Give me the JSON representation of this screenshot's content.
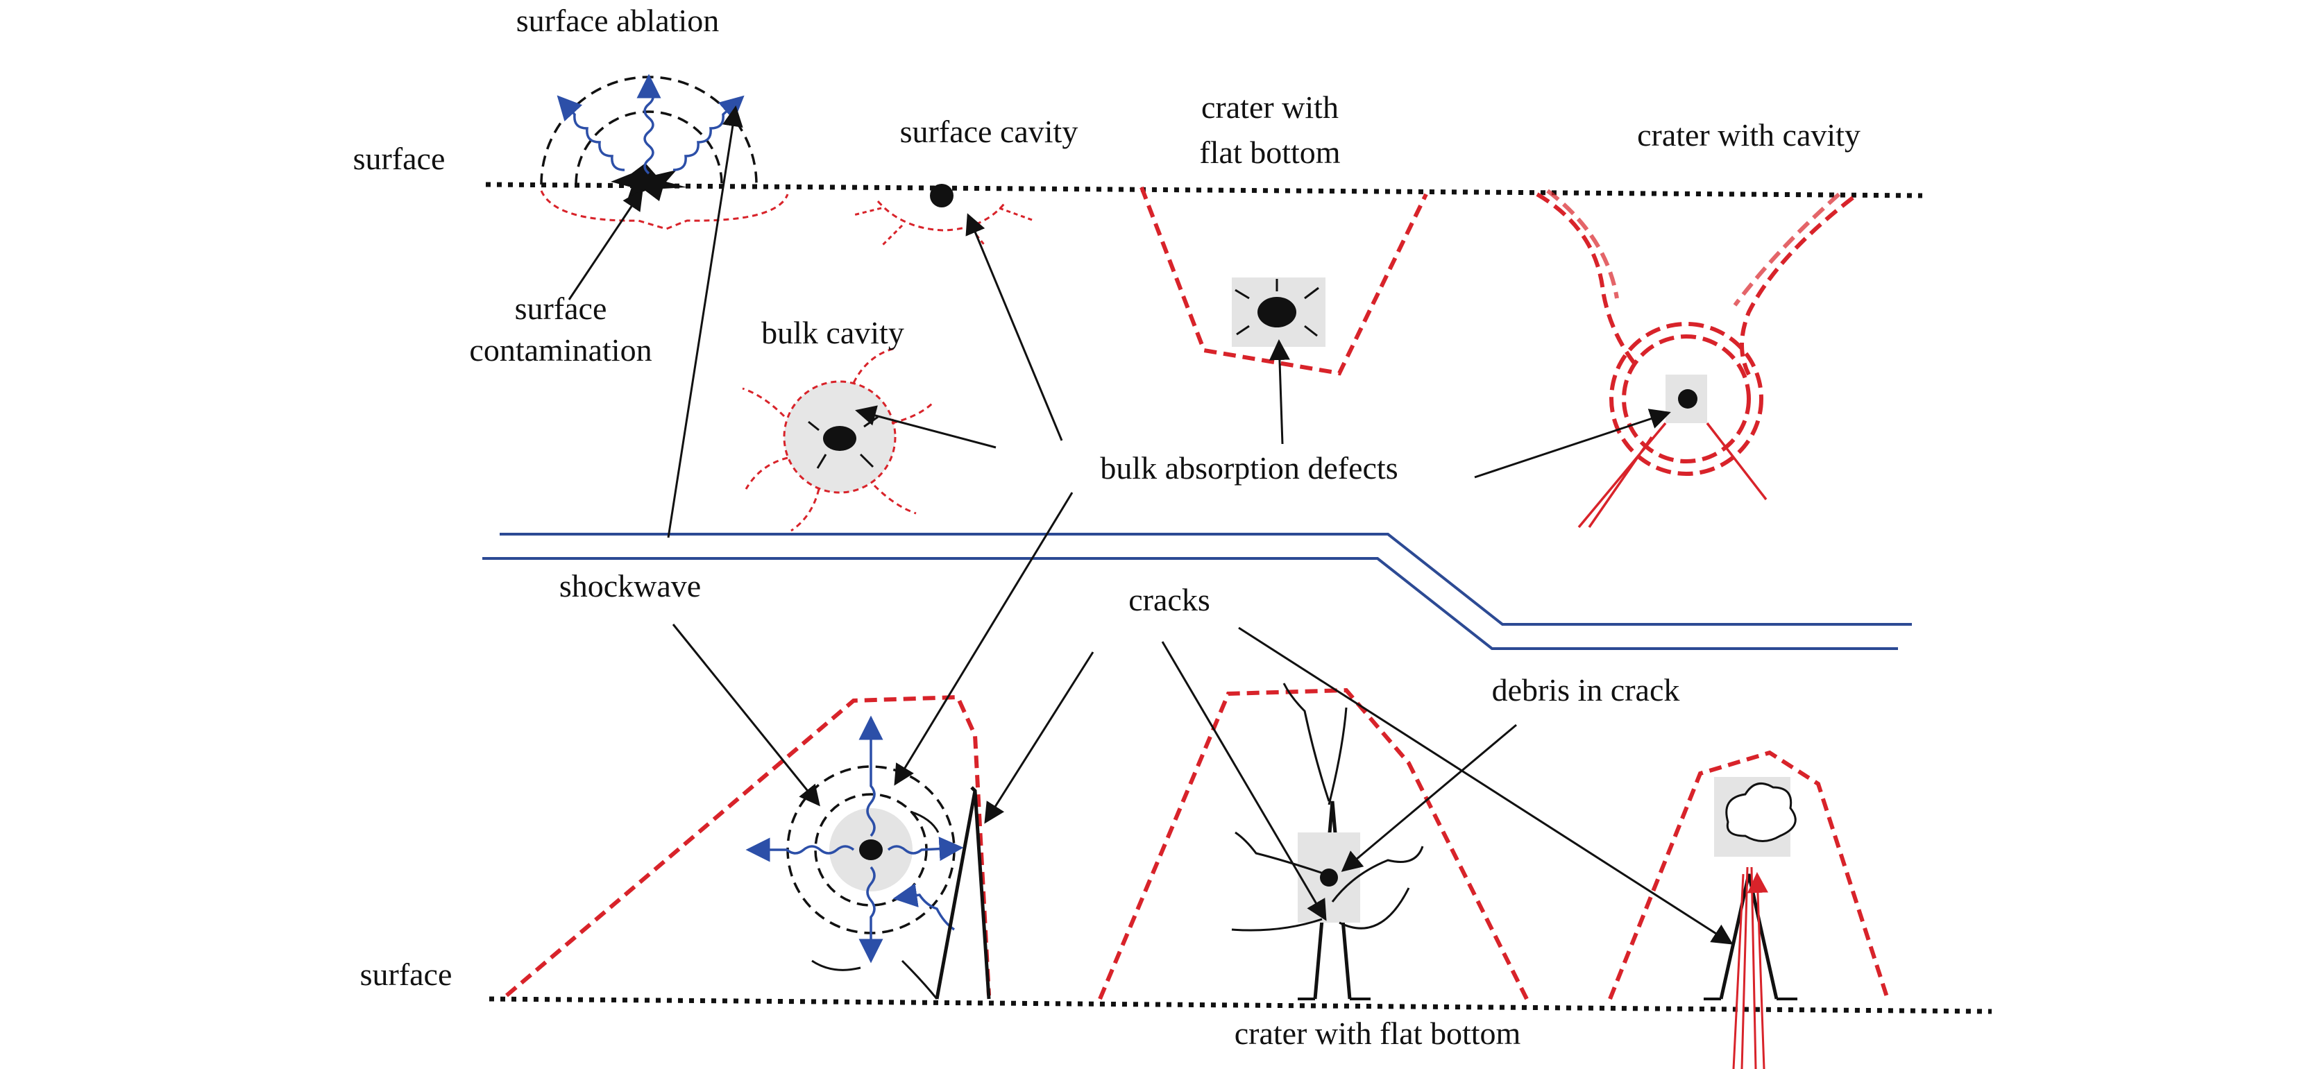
{
  "labels": {
    "surface_ablation": "surface ablation",
    "surface_top": "surface",
    "surface_cavity": "surface  cavity",
    "crater_flat_top_1": "crater with",
    "crater_flat_top_2": "flat bottom",
    "crater_with_cavity": "crater with cavity",
    "surface_contamination_1": "surface",
    "surface_contamination_2": "contamination",
    "bulk_cavity": "bulk  cavity",
    "bulk_absorption_defects": "bulk absorption defects",
    "shockwave": "shockwave",
    "cracks": "cracks",
    "debris_in_crack": "debris in crack",
    "surface_bottom": "surface",
    "crater_flat_bottom_lower": "crater with flat bottom"
  },
  "colors": {
    "defect_red": "#d8232a",
    "wave_blue": "#2c4fa8",
    "divider_blue": "#2c4a94",
    "ink": "#111111",
    "cloud": "#e4e4e4"
  }
}
